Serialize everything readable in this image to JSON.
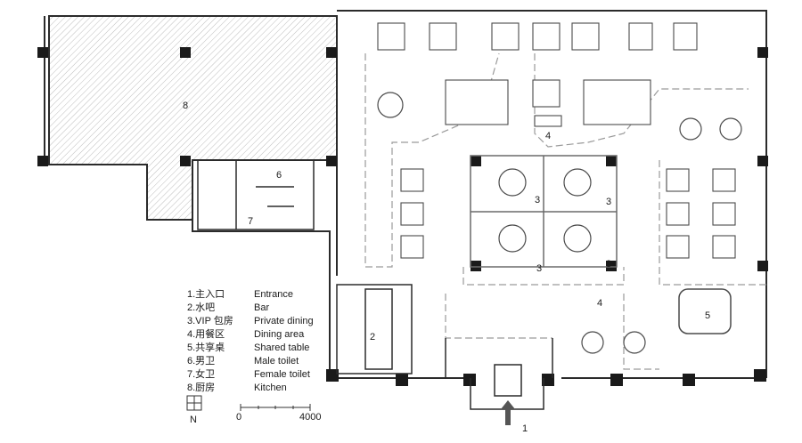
{
  "room_numbers": {
    "kitchen": "8",
    "male_toilet": "6",
    "female_toilet": "7",
    "vip_a": "3",
    "vip_b": "3",
    "vip_c": "3",
    "vip_d": "3",
    "dining_top": "4",
    "dining_bottom": "4",
    "shared_table": "5",
    "bar": "2",
    "entrance": "1"
  },
  "legend": [
    {
      "num": "1.主入口",
      "en": "Entrance"
    },
    {
      "num": "2.水吧",
      "en": "Bar"
    },
    {
      "num": "3.VIP 包房",
      "en": "Private dining"
    },
    {
      "num": "4.用餐区",
      "en": "Dining area"
    },
    {
      "num": "5.共享桌",
      "en": "Shared table"
    },
    {
      "num": "6.男卫",
      "en": "Male toilet"
    },
    {
      "num": "7.女卫",
      "en": "Female toilet"
    },
    {
      "num": "8.厨房",
      "en": "Kitchen"
    }
  ],
  "north": "N",
  "scale": {
    "start": "0",
    "end": "4000"
  },
  "colors": {
    "wall": "#2b2b2b",
    "dash": "#9a9a9a",
    "hatch": "#bdbdbd"
  }
}
